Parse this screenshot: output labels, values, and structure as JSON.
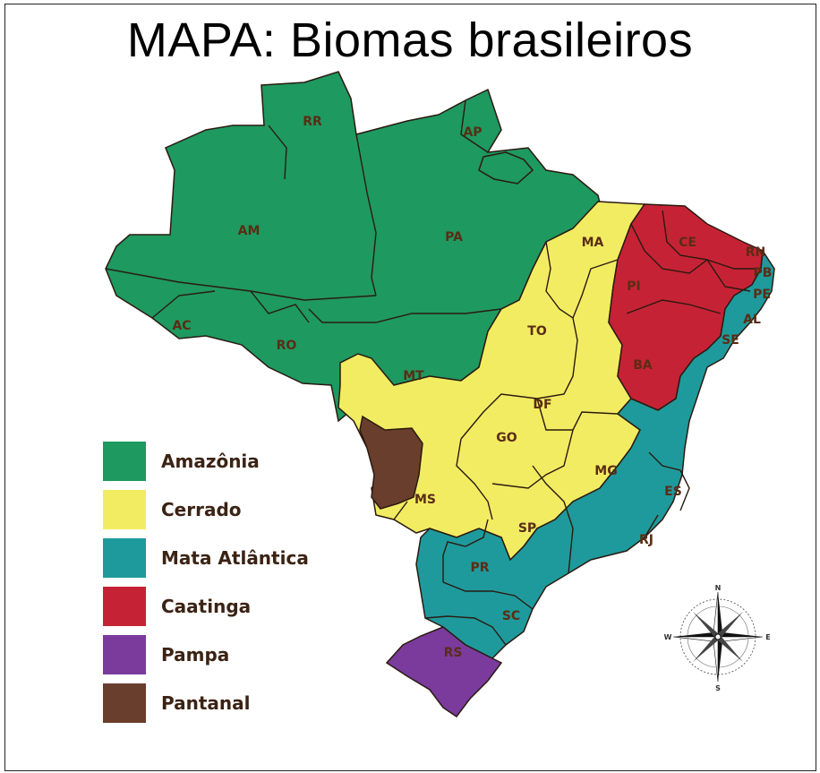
{
  "title": "MAPA: Biomas brasileiros",
  "colors": {
    "amazonia": "#1e9960",
    "cerrado": "#f2ec62",
    "mata_atlantica": "#1e9a9c",
    "caatinga": "#c62235",
    "pampa": "#7a3b9d",
    "pantanal": "#6a3e2c",
    "border": "#2a1a10",
    "label": "#5a2d14"
  },
  "legend": [
    {
      "key": "amazonia",
      "label": "Amazônia",
      "color": "#1e9960"
    },
    {
      "key": "cerrado",
      "label": "Cerrado",
      "color": "#f2ec62"
    },
    {
      "key": "mata_atlantica",
      "label": "Mata Atlântica",
      "color": "#1e9a9c"
    },
    {
      "key": "caatinga",
      "label": "Caatinga",
      "color": "#c62235"
    },
    {
      "key": "pampa",
      "label": "Pampa",
      "color": "#7a3b9d"
    },
    {
      "key": "pantanal",
      "label": "Pantanal",
      "color": "#6a3e2c"
    }
  ],
  "states": {
    "RR": "RR",
    "AP": "AP",
    "AM": "AM",
    "PA": "PA",
    "MA": "MA",
    "CE": "CE",
    "RN": "RN",
    "PB": "PB",
    "PE": "PE",
    "PI": "PI",
    "AL": "AL",
    "SE": "SE",
    "AC": "AC",
    "RO": "RO",
    "TO": "TO",
    "MT": "MT",
    "BA": "BA",
    "DF": "DF",
    "GO": "GO",
    "MG": "MG",
    "ES": "ES",
    "MS": "MS",
    "SP": "SP",
    "RJ": "RJ",
    "PR": "PR",
    "SC": "SC",
    "RS": "RS"
  },
  "compass": {
    "n": "N",
    "s": "S",
    "e": "E",
    "w": "W"
  }
}
